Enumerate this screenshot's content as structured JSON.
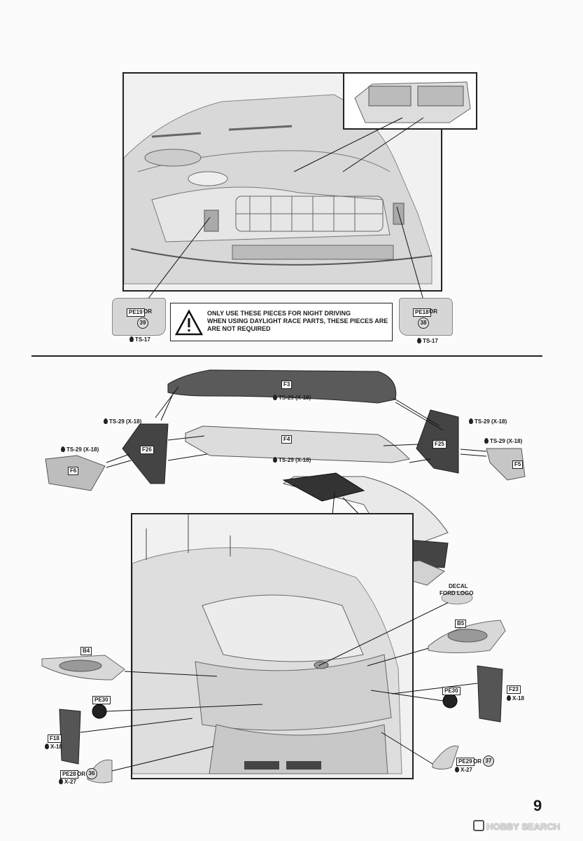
{
  "warning": {
    "line1": "ONLY USE THESE PIECES FOR NIGHT DRIVING",
    "line2": "WHEN USING DAYLIGHT RACE PARTS, THESE PIECES ARE",
    "line3": "ARE NOT REQUIRED"
  },
  "top_section": {
    "left_part": {
      "tag": "PE19",
      "or": "OR",
      "alt": "39",
      "paint": "TS-17"
    },
    "right_part": {
      "tag": "PE18",
      "or": "OR",
      "alt": "38",
      "paint": "TS-17"
    }
  },
  "wing": {
    "f3": "F3",
    "f3_paint": "TS-29 (X-18)",
    "f4": "F4",
    "f4_paint": "TS-29 (X-18)",
    "f26": "F26",
    "f26_paint": "TS-29 (X-18)",
    "f6": "F6",
    "f6_paint": "TS-29 (X-18)",
    "f25": "F25",
    "f25_paint": "TS-29 (X-18)",
    "f5": "F5",
    "f5_paint": "TS-29 (X-18)"
  },
  "rear": {
    "decal_line1": "DECAL",
    "decal_line2": "FORD LOGO",
    "b5": "B5",
    "b4": "B4",
    "pe30_left": "PE30",
    "pe30_right": "PE30",
    "f23": "F23",
    "f23_paint": "X-18",
    "f18": "F18",
    "f18_paint": "X-18",
    "pe28": "PE28",
    "pe28_or": "OR",
    "pe28_alt": "36",
    "pe28_paint": "X-27",
    "pe29": "PE29",
    "pe29_or": "OR",
    "pe29_alt": "37",
    "pe29_paint": "X-27"
  },
  "page_number": "9",
  "watermark": "HOBBY SEARCH"
}
